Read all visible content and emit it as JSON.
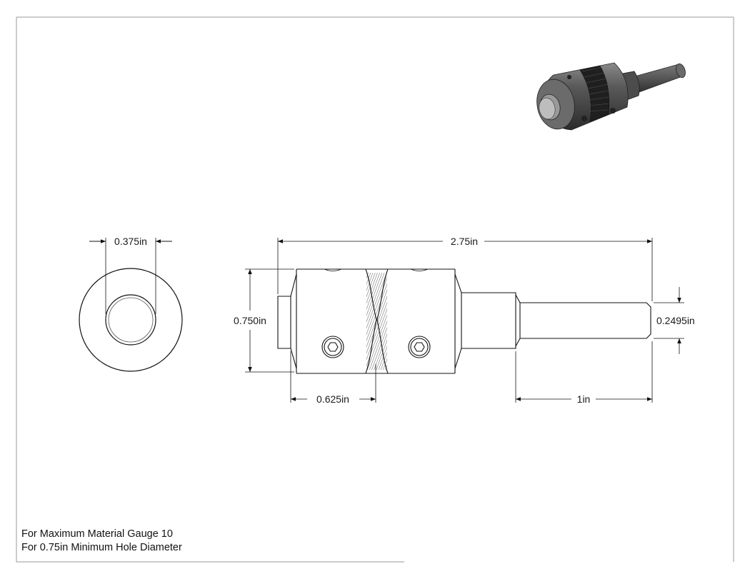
{
  "dimensions": {
    "hole_diameter": "0.375in",
    "overall_length": "2.75in",
    "body_diameter": "0.750in",
    "shank_diameter": "0.2495in",
    "front_section_length": "0.625in",
    "shank_length": "1in"
  },
  "notes": {
    "line1": "For Maximum Material Gauge 10",
    "line2": "For 0.75in Minimum Hole Diameter"
  }
}
